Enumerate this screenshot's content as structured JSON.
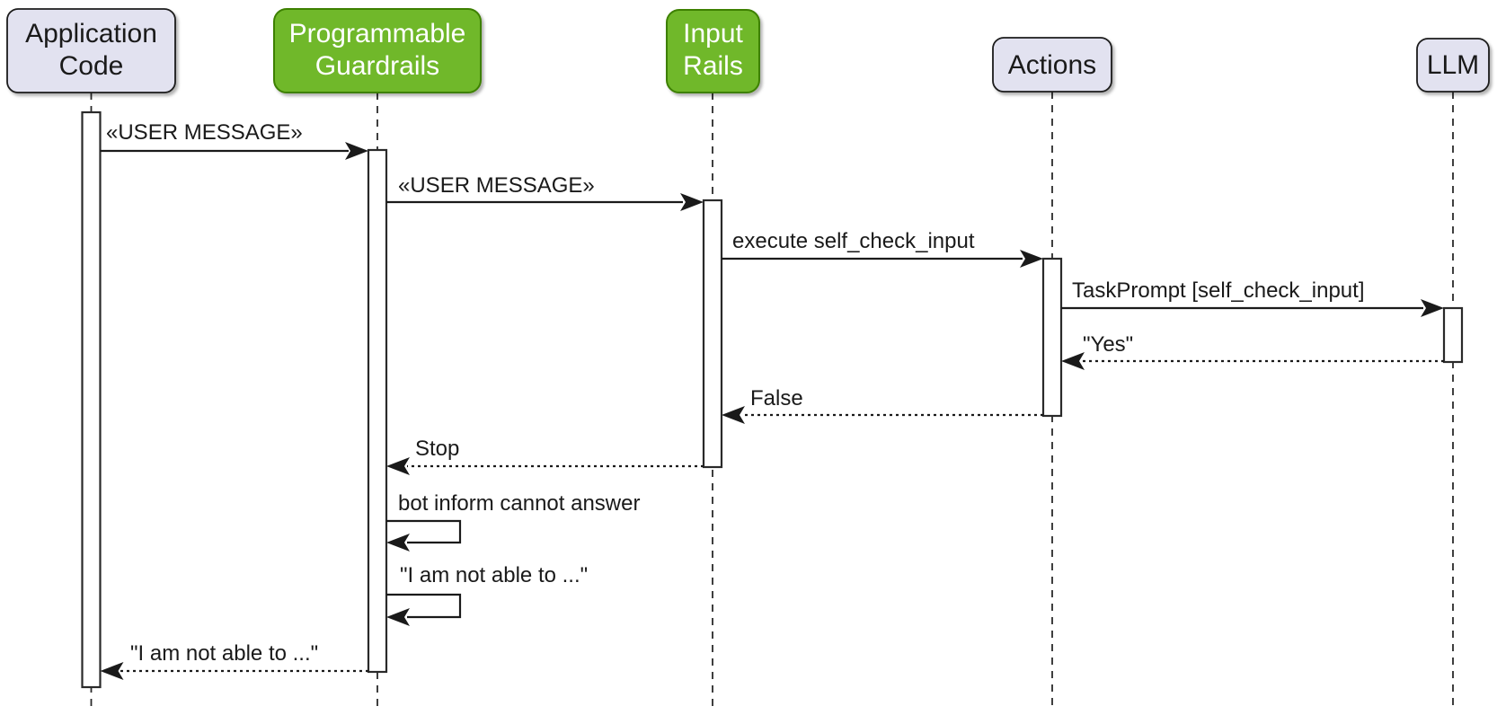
{
  "diagram": {
    "type": "uml-sequence-diagram",
    "background": "#FFFFFF"
  },
  "colors": {
    "participant_default_fill": "#E2E2F0",
    "participant_default_border": "#1A1A1A",
    "participant_highlight_fill": "#70B82C",
    "participant_highlight_border": "#3D8000",
    "line_color": "#1A1A1A",
    "text_color": "#1A1A1A",
    "activation_fill": "#FFFFFF",
    "return_message_green": "#0E9A0E"
  },
  "participants": [
    {
      "name": "Application Code",
      "lines": [
        "Application",
        "Code"
      ],
      "fill": "#E2E2F0",
      "text_color": "#1A1A1A"
    },
    {
      "name": "Programmable Guardrails",
      "lines": [
        "Programmable",
        "Guardrails"
      ],
      "fill": "#70B82C",
      "text_color": "#FFFFFF"
    },
    {
      "name": "Input Rails",
      "lines": [
        "Input",
        "Rails"
      ],
      "fill": "#70B82C",
      "text_color": "#FFFFFF"
    },
    {
      "name": "Actions",
      "lines": [
        "Actions"
      ],
      "fill": "#E2E2F0",
      "text_color": "#1A1A1A"
    },
    {
      "name": "LLM",
      "lines": [
        "LLM"
      ],
      "fill": "#E2E2F0",
      "text_color": "#1A1A1A"
    }
  ],
  "messages": [
    {
      "from": "Application Code",
      "to": "Programmable Guardrails",
      "label": "«USER MESSAGE»",
      "line": "solid"
    },
    {
      "from": "Programmable Guardrails",
      "to": "Input Rails",
      "label": "«USER MESSAGE»",
      "line": "solid"
    },
    {
      "from": "Input Rails",
      "to": "Actions",
      "label": "execute self_check_input",
      "line": "solid"
    },
    {
      "from": "Actions",
      "to": "LLM",
      "label": "TaskPrompt [self_check_input]",
      "line": "solid"
    },
    {
      "from": "LLM",
      "to": "Actions",
      "label": "\"Yes\"",
      "line": "dotted"
    },
    {
      "from": "Actions",
      "to": "Input Rails",
      "label": "False",
      "line": "dotted"
    },
    {
      "from": "Input Rails",
      "to": "Programmable Guardrails",
      "label": "Stop",
      "line": "dotted"
    },
    {
      "from": "Programmable Guardrails",
      "to": "Programmable Guardrails",
      "label": "bot inform cannot answer",
      "line": "solid-self"
    },
    {
      "from": "Programmable Guardrails",
      "to": "Programmable Guardrails",
      "label": "\"I am not able to ...\"",
      "line": "solid-self"
    },
    {
      "from": "Programmable Guardrails",
      "to": "Application Code",
      "label": "\"I am not able to ...\"",
      "line": "dotted",
      "color": "#0E9A0E"
    }
  ]
}
